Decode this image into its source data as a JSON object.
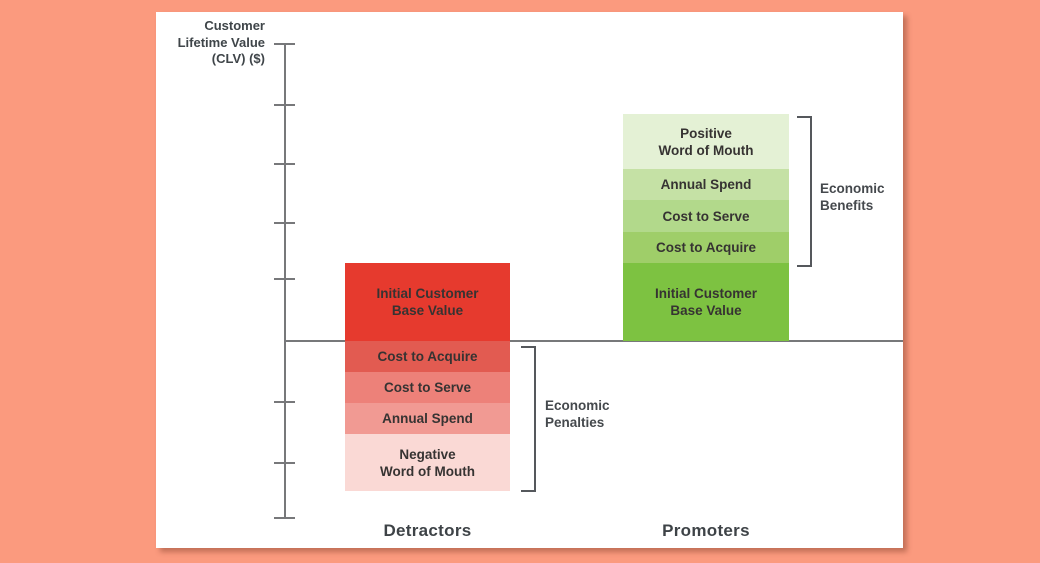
{
  "page": {
    "background_color": "#FB9A7E",
    "panel_color": "#FFFFFF",
    "axis_color": "#77787A"
  },
  "axis": {
    "title": "Customer\nLifetime Value\n(CLV) ($)",
    "tick_count": 8,
    "yticks_labeled": false
  },
  "detractors": {
    "category_label": "Detractors",
    "bracket_label": "Economic\nPenalties",
    "segments": [
      {
        "label": "Initial Customer\nBase Value",
        "color": "#E63A2E"
      },
      {
        "label": "Cost to Acquire",
        "color": "#E25B51"
      },
      {
        "label": "Cost to Serve",
        "color": "#ED8179"
      },
      {
        "label": "Annual Spend",
        "color": "#F19A93"
      },
      {
        "label": "Negative\nWord of Mouth",
        "color": "#FAD9D5"
      }
    ]
  },
  "promoters": {
    "category_label": "Promoters",
    "bracket_label": "Economic\nBenefits",
    "segments": [
      {
        "label": "Positive\nWord of Mouth",
        "color": "#E4F1D5"
      },
      {
        "label": "Annual Spend",
        "color": "#C5E1A5"
      },
      {
        "label": "Cost to Serve",
        "color": "#B2D98B"
      },
      {
        "label": "Cost to Acquire",
        "color": "#9FCE69"
      },
      {
        "label": "Initial Customer\nBase Value",
        "color": "#7DC241"
      }
    ]
  },
  "chart_data": {
    "type": "bar",
    "subtype": "diverging-stacked-conceptual",
    "title": "",
    "ylabel": "Customer Lifetime Value (CLV) ($)",
    "xlabel": "",
    "categories": [
      "Detractors",
      "Promoters"
    ],
    "yticks_labeled": false,
    "grid": false,
    "series": [
      {
        "name": "Initial Customer Base Value",
        "values": [
          2.5,
          2.5
        ]
      },
      {
        "name": "Cost to Acquire",
        "values": [
          -1.0,
          1.0
        ]
      },
      {
        "name": "Cost to Serve",
        "values": [
          -1.0,
          1.0
        ]
      },
      {
        "name": "Annual Spend",
        "values": [
          -1.0,
          1.0
        ]
      },
      {
        "name": "Word of Mouth (Negative / Positive)",
        "values": [
          -1.8,
          1.8
        ]
      }
    ],
    "annotations": [
      {
        "text": "Economic Penalties",
        "applies_to": "Detractors negative segments"
      },
      {
        "text": "Economic Benefits",
        "applies_to": "Promoters segments above Initial Customer Base Value"
      }
    ],
    "colors": {
      "detractor_scale": [
        "#E63A2E",
        "#E25B51",
        "#ED8179",
        "#F19A93",
        "#FAD9D5"
      ],
      "promoter_scale": [
        "#E4F1D5",
        "#C5E1A5",
        "#B2D98B",
        "#9FCE69",
        "#7DC241"
      ]
    },
    "legend_position": "none"
  }
}
